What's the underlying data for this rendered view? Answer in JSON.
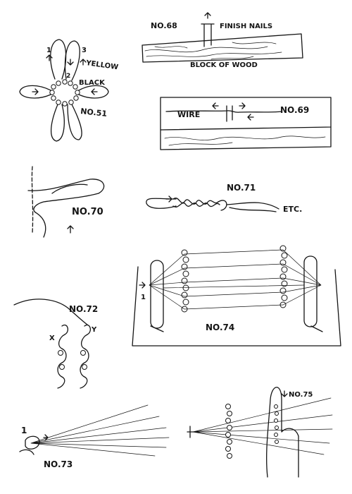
{
  "labels": {
    "no68": "NO.68",
    "finish_nails": "FINISH NAILS",
    "block_of_wood": "BLOCK OF WOOD",
    "no69": "NO.69",
    "wire": "WIRE",
    "yellow": "YELLOW",
    "black": "BLACK",
    "no51": "NO.51",
    "num1": "1",
    "num2": "2",
    "num3": "3",
    "no70": "NO.70",
    "no71": "NO.71",
    "etc": "ETC.",
    "no74": "NO.74",
    "num1_74": "1",
    "no72": "NO.72",
    "x": "X",
    "y": "Y",
    "no73": "NO.73",
    "num1_73": "1",
    "no75": "NO.75"
  }
}
